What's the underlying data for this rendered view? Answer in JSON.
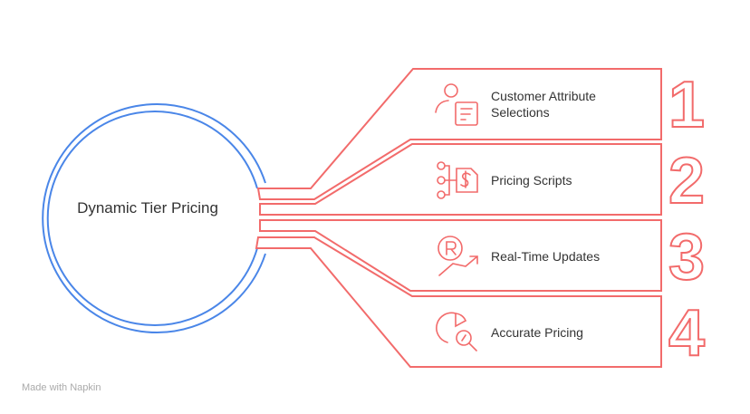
{
  "title": "Dynamic Tier Pricing",
  "items": [
    {
      "number": "1",
      "label_line1": "Customer Attribute",
      "label_line2": "Selections",
      "icon": "customer-document-icon"
    },
    {
      "number": "2",
      "label": "Pricing Scripts",
      "icon": "pricing-script-icon"
    },
    {
      "number": "3",
      "label": "Real-Time Updates",
      "icon": "realtime-trend-icon"
    },
    {
      "number": "4",
      "label": "Accurate Pricing",
      "icon": "chart-magnifier-icon"
    }
  ],
  "watermark": "Made with  Napkin",
  "colors": {
    "accent": "#f26b6b",
    "circle": "#4a86e8"
  }
}
